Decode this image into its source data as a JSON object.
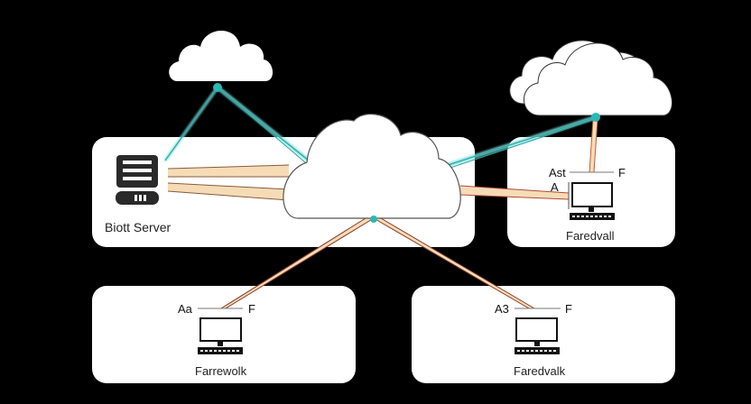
{
  "diagram": {
    "type": "network-topology",
    "colors": {
      "background": "#000000",
      "panel": "#ffffff",
      "cloud_fill": "#ffffff",
      "cloud_stroke": "#555555",
      "teal_link": "#3cc4c0",
      "warm_link_fill": "#f6dcb6",
      "warm_link_stroke": "#8a5a3a",
      "node_dot": "#2bb8b3",
      "icon": "#222222"
    },
    "clouds": [
      {
        "id": "cloud-top-left",
        "label": ""
      },
      {
        "id": "cloud-top-right",
        "label": ""
      },
      {
        "id": "cloud-center",
        "label": ""
      }
    ],
    "nodes": {
      "server": {
        "label": "Biott Server",
        "icon": "server-icon"
      },
      "right": {
        "label": "Faredvall",
        "icon": "computer-icon",
        "port_left_top": "Ast",
        "port_left_bottom": "A",
        "port_right": "F"
      },
      "bottom_left": {
        "label": "Farrewolk",
        "icon": "computer-icon",
        "port_left": "Aa",
        "port_right": "F"
      },
      "bottom_right": {
        "label": "Faredvalk",
        "icon": "computer-icon",
        "port_left": "A3",
        "port_right": "F"
      }
    },
    "links": [
      {
        "from": "cloud-top-left",
        "to": "server",
        "style": "teal"
      },
      {
        "from": "cloud-top-left",
        "to": "cloud-center",
        "style": "teal"
      },
      {
        "from": "server",
        "to": "cloud-center",
        "style": "warm",
        "count": 2
      },
      {
        "from": "cloud-center",
        "to": "cloud-top-right",
        "style": "teal"
      },
      {
        "from": "cloud-top-right",
        "to": "right",
        "style": "warm"
      },
      {
        "from": "cloud-center",
        "to": "right",
        "style": "warm"
      },
      {
        "from": "cloud-center",
        "to": "bottom_left",
        "style": "warm"
      },
      {
        "from": "cloud-center",
        "to": "bottom_right",
        "style": "warm"
      }
    ]
  }
}
